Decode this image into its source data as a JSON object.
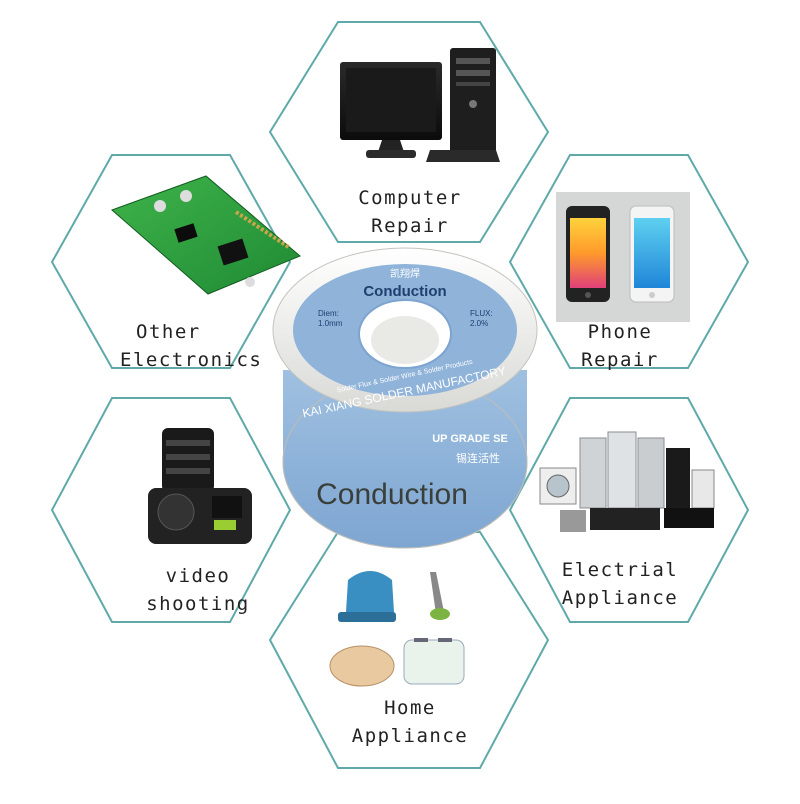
{
  "categories": [
    {
      "id": "computer",
      "line1": "Computer",
      "line2": "Repair"
    },
    {
      "id": "phone",
      "line1": "Phone",
      "line2": "Repair"
    },
    {
      "id": "electrical",
      "line1": "Electrial",
      "line2": "Appliance"
    },
    {
      "id": "home",
      "line1": "Home",
      "line2": "Appliance"
    },
    {
      "id": "video",
      "line1": "video",
      "line2": "shooting"
    },
    {
      "id": "other",
      "line1": "Other",
      "line2": "Electronics"
    }
  ],
  "spool": {
    "brand_top": "Conduction",
    "brand_side": "Conduction",
    "chinese_mark": "凯翔焊",
    "diem_label": "Diem:",
    "diem_value": "1.0mm",
    "flux_label": "FLUX:",
    "flux_value": "2.0%",
    "arc_text": "KAI XIANG SOLDER MANUFACTORY",
    "arc_small": "Solder Flux & Solder Wire & Solder Products",
    "upgrade_text": "UP GRADE SE",
    "side_chinese": "锡连活性",
    "colors": {
      "blue": "#8fb3d9",
      "label": "#5d86b8",
      "rim": "#f1f1ef"
    }
  },
  "colors": {
    "hex_stroke": "#5fa9a9"
  }
}
